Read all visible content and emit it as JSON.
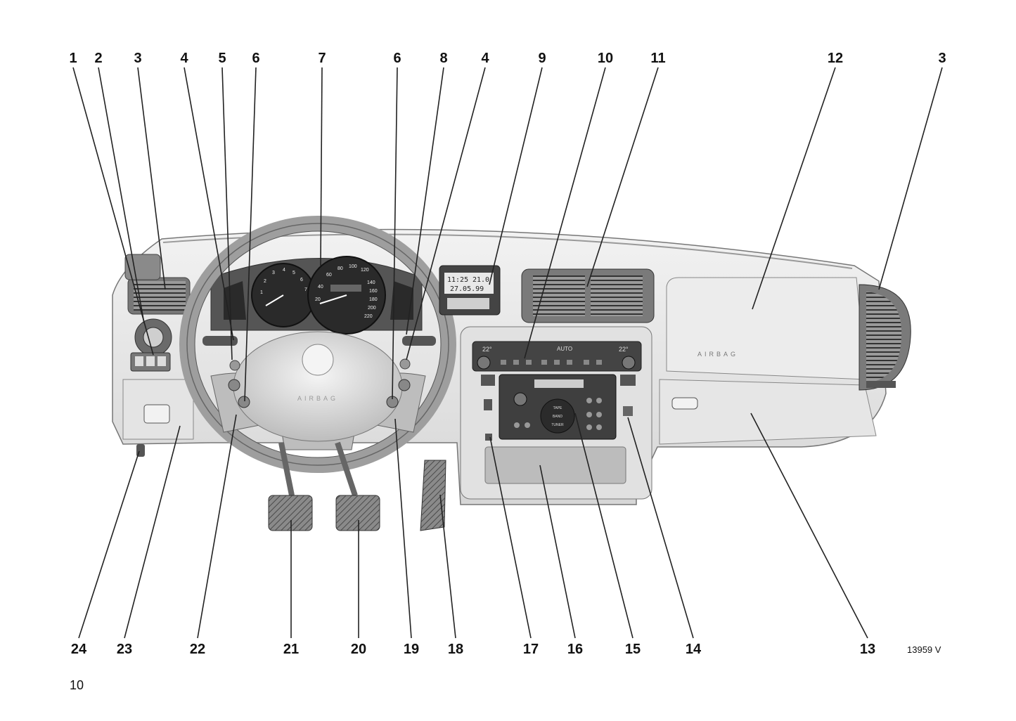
{
  "figure_id": "13959 V",
  "page_number": "10",
  "labels": {
    "top": [
      "1",
      "2",
      "3",
      "4",
      "5",
      "6",
      "7",
      "6",
      "8",
      "4",
      "9",
      "10",
      "11",
      "12",
      "3"
    ],
    "bottom": [
      "24",
      "23",
      "22",
      "21",
      "20",
      "19",
      "18",
      "17",
      "16",
      "15",
      "14",
      "13"
    ]
  },
  "embossed": {
    "steering_wheel": "AIRBAG",
    "passenger_panel": "AIRBAG",
    "climate_mode": "AUTO",
    "climate_temp_left": "22°",
    "climate_temp_right": "22°"
  },
  "info_display": {
    "time": "11:25",
    "outside_temp": "21.0",
    "date": "27.05.99"
  },
  "radio": {
    "button_top": "TAPE",
    "button_mid": "BAND",
    "button_bottom": "TUNER"
  },
  "speedometer_scale": [
    "20",
    "40",
    "60",
    "80",
    "100",
    "120",
    "140",
    "160",
    "180",
    "200",
    "220"
  ],
  "tachometer_scale": [
    "1",
    "2",
    "3",
    "4",
    "5",
    "6",
    "7"
  ]
}
